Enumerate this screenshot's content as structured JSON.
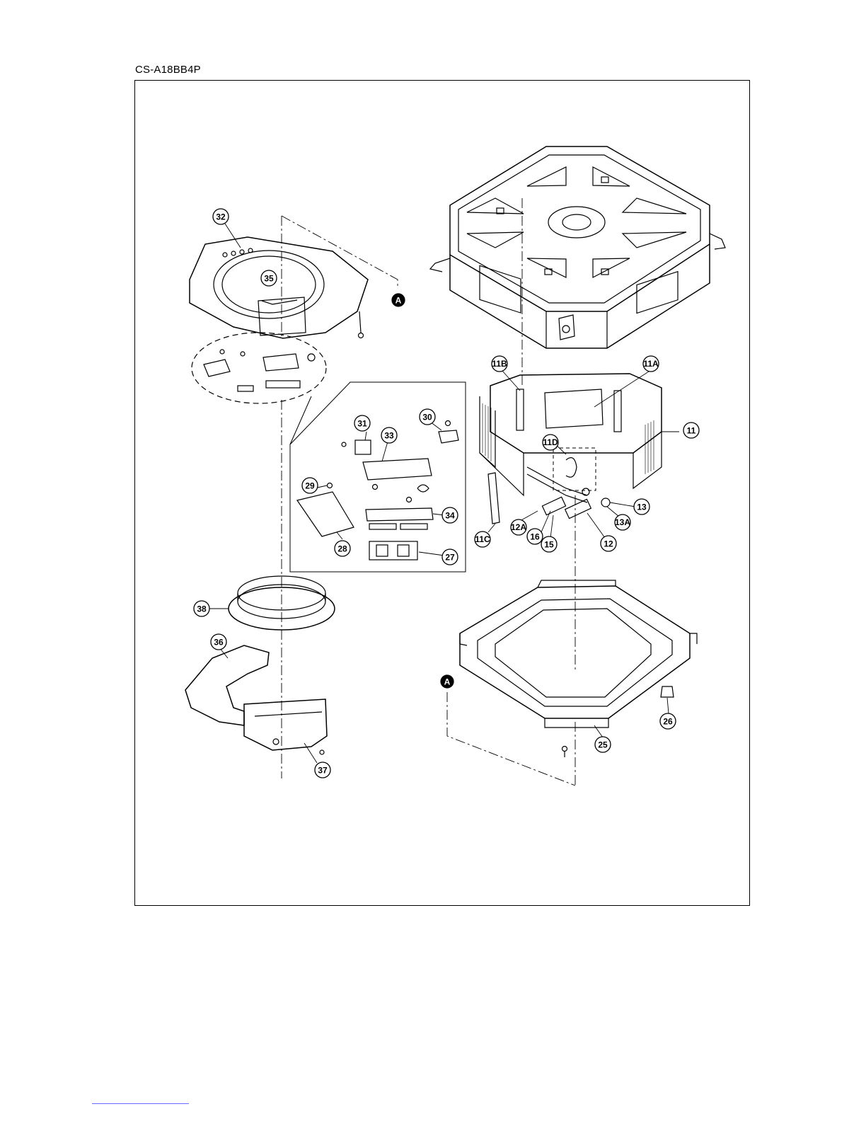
{
  "model": "CS-A18BB4P",
  "reference_mark": "A",
  "callouts": [
    "11",
    "11A",
    "11B",
    "11C",
    "11D",
    "12",
    "12A",
    "13",
    "13A",
    "15",
    "16",
    "25",
    "26",
    "27",
    "28",
    "29",
    "30",
    "31",
    "33",
    "34",
    "32",
    "35",
    "36",
    "37",
    "38"
  ],
  "colors": {
    "line": "#000000",
    "dash": "#000000",
    "rule": "#6a6aff"
  }
}
